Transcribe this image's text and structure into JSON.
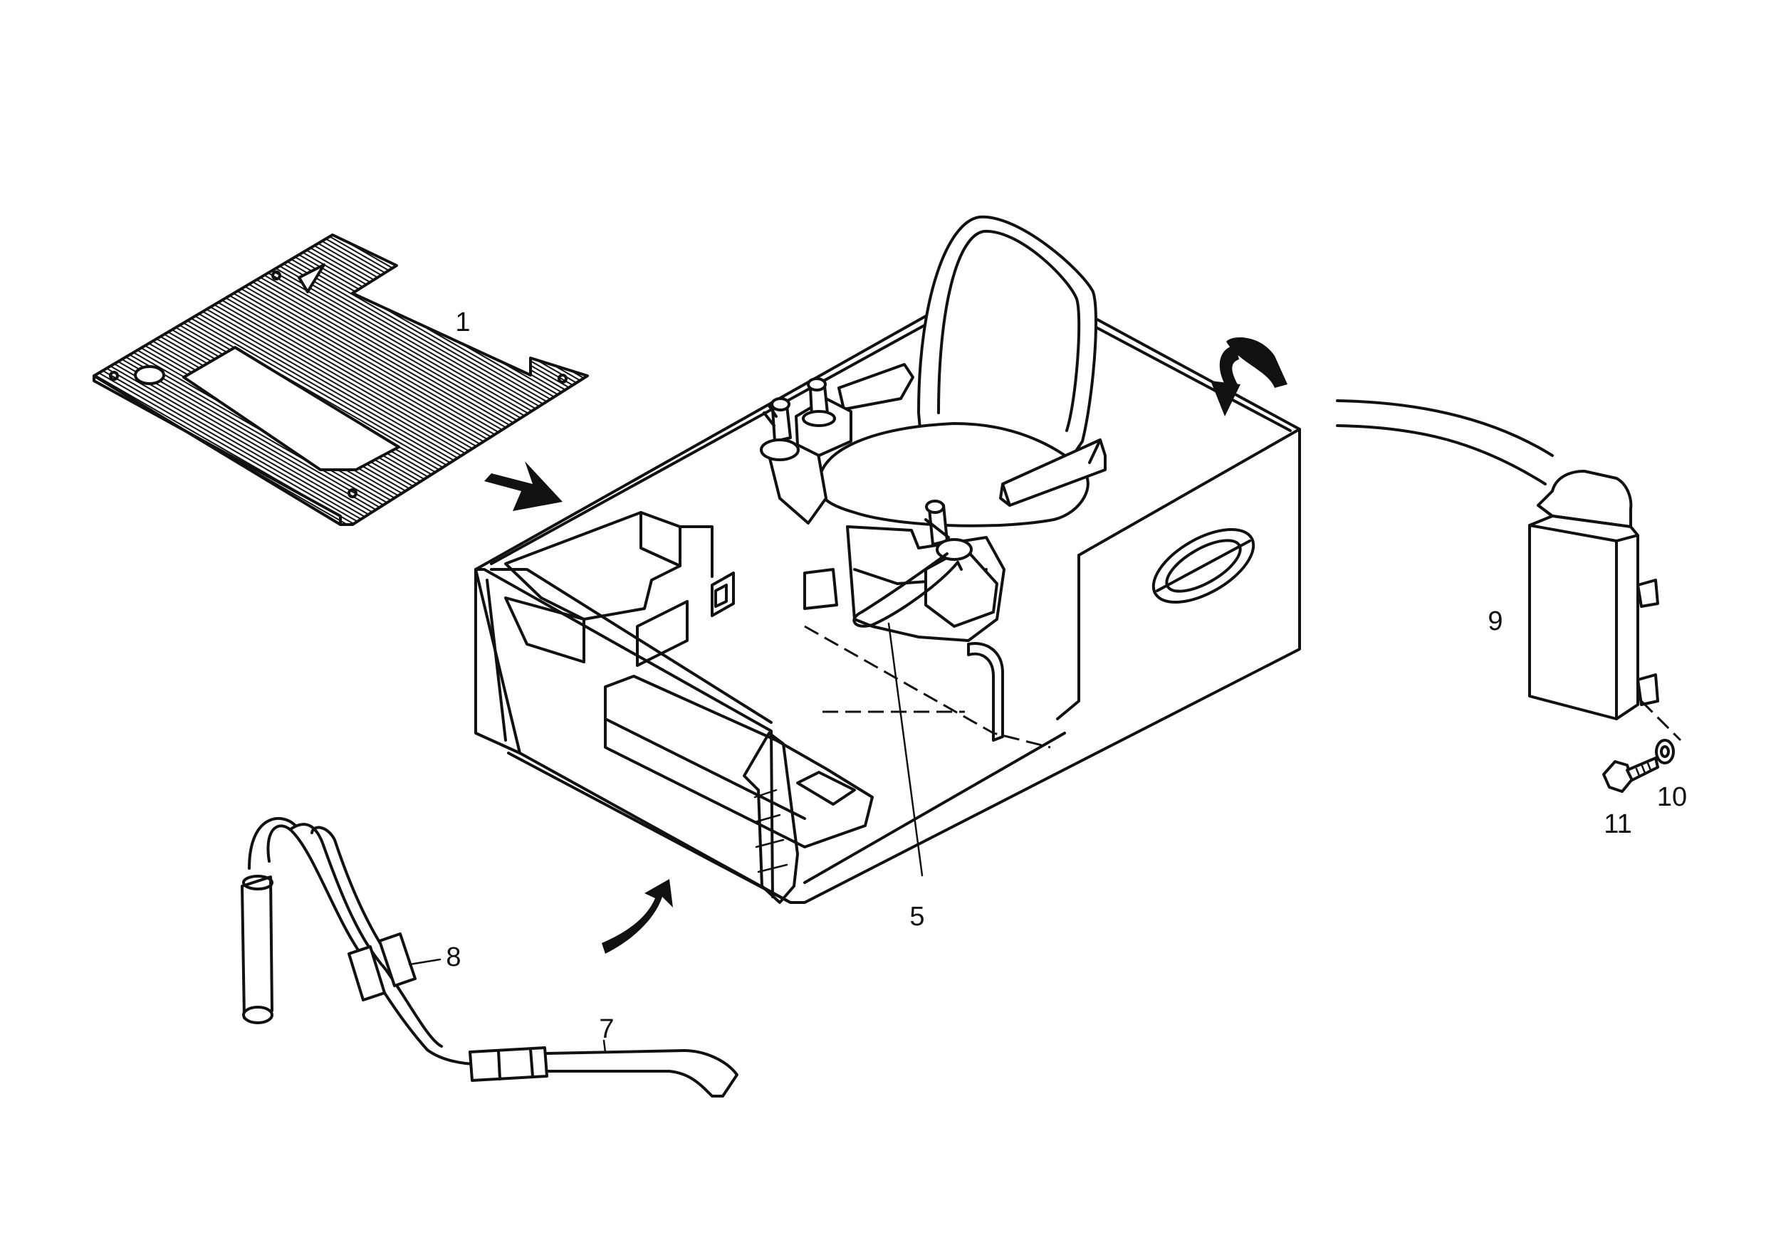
{
  "callouts": {
    "c1": "1",
    "c5": "5",
    "c7": "7",
    "c8": "8",
    "c9": "9",
    "c10": "10",
    "c11": "11"
  },
  "colors": {
    "ink": "#111111",
    "paper": "#ffffff"
  }
}
